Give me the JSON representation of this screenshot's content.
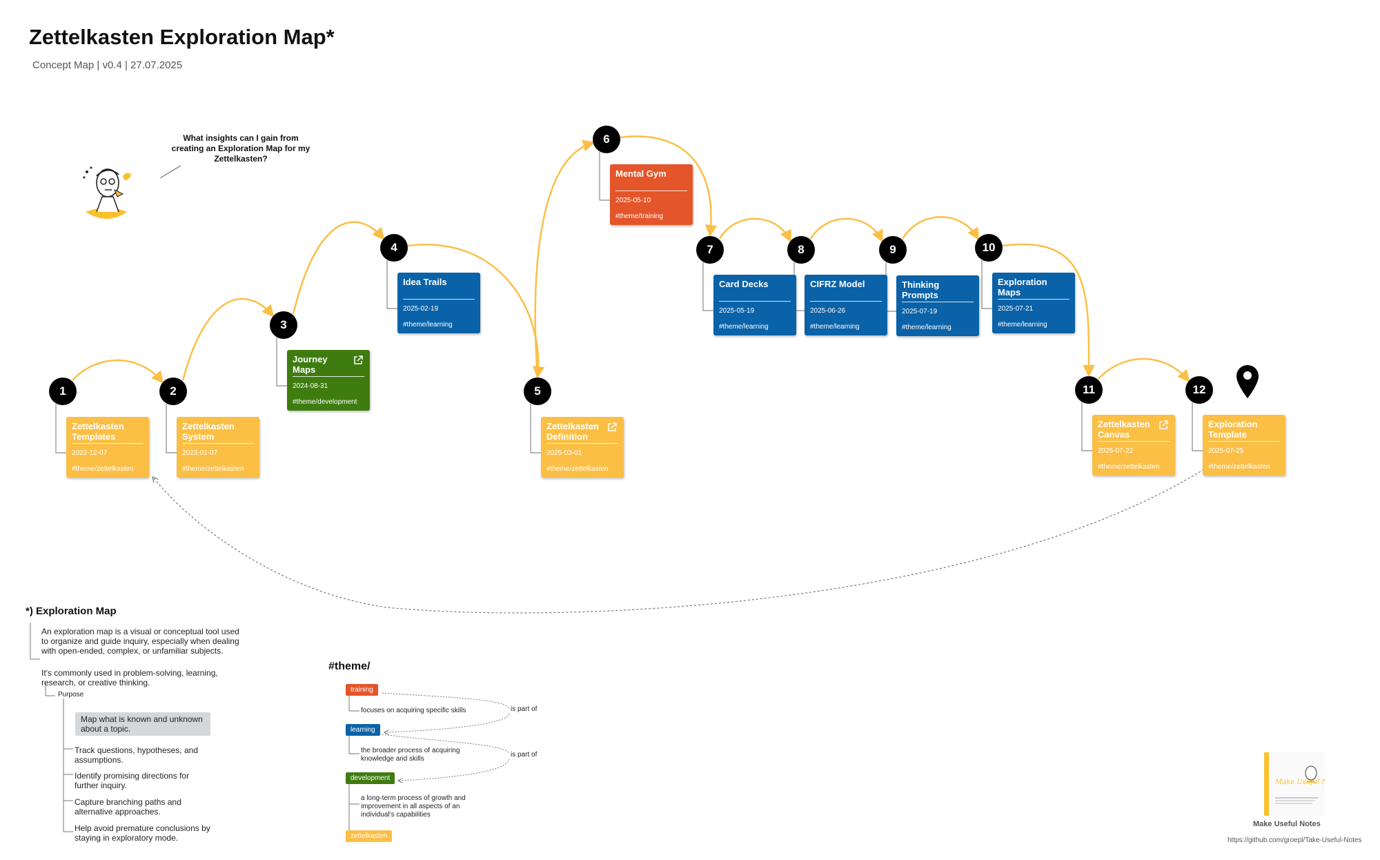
{
  "header": {
    "title": "Zettelkasten Exploration Map*",
    "subtitle": "Concept Map | v0.4 | 27.07.2025"
  },
  "question": "What insights can I gain from creating an Exploration Map for my Zettelkasten?",
  "colors": {
    "yellow": "#fbbf46",
    "blue": "#0a62a8",
    "green": "#3f7c10",
    "red": "#e4552a",
    "connector": "#fbbf46"
  },
  "steps": [
    {
      "number": "1",
      "title": "Zettelkasten Templates",
      "date": "2022-12-07",
      "tag": "#theme/zettelkasten",
      "color": "yellow",
      "external_link": false
    },
    {
      "number": "2",
      "title": "Zettelkasten System Models",
      "date": "2023-01-07",
      "tag": "#theme/zettelkasten",
      "color": "yellow",
      "external_link": false
    },
    {
      "number": "3",
      "title": "Journey Maps",
      "date": "2024-08-31",
      "tag": "#theme/development",
      "color": "green",
      "external_link": true
    },
    {
      "number": "4",
      "title": "Idea Trails",
      "date": "2025-02-19",
      "tag": "#theme/learning",
      "color": "blue",
      "external_link": false
    },
    {
      "number": "5",
      "title": "Zettelkasten Definition",
      "date": "2025-03-01",
      "tag": "#theme/zettelkasten",
      "color": "yellow",
      "external_link": true
    },
    {
      "number": "6",
      "title": "Mental Gym",
      "date": "2025-05-10",
      "tag": "#theme/training",
      "color": "red",
      "external_link": false
    },
    {
      "number": "7",
      "title": "Card Decks",
      "date": "2025-05-19",
      "tag": "#theme/learning",
      "color": "blue",
      "external_link": false
    },
    {
      "number": "8",
      "title": "CIFRZ Model",
      "date": "2025-06-26",
      "tag": "#theme/learning",
      "color": "blue",
      "external_link": false
    },
    {
      "number": "9",
      "title": "Thinking Prompts",
      "date": "2025-07-19",
      "tag": "#theme/learning",
      "color": "blue",
      "external_link": false
    },
    {
      "number": "10",
      "title": "Exploration Maps",
      "date": "2025-07-21",
      "tag": "#theme/learning",
      "color": "blue",
      "external_link": false
    },
    {
      "number": "11",
      "title": "Zettelkasten Canvas",
      "date": "2025-07-22",
      "tag": "#theme/zettelkasten",
      "color": "yellow",
      "external_link": true
    },
    {
      "number": "12",
      "title": "Exploration Template",
      "date": "2025-07-25",
      "tag": "#theme/zettelkasten",
      "color": "yellow",
      "external_link": false
    }
  ],
  "definition": {
    "heading": "*) Exploration Map",
    "paragraph1": "An exploration map is a visual or conceptual tool used to organize and guide inquiry, especially when dealing with open-ended, complex, or unfamiliar subjects.",
    "paragraph2": "It's commonly used in problem-solving, learning, research, or creative thinking.",
    "purpose_label": "Purpose",
    "purposes": [
      "Map what is known and unknown about a topic.",
      "Track questions, hypotheses, and assumptions.",
      "Identify promising directions for further inquiry.",
      "Capture branching paths and alternative approaches.",
      "Help avoid premature conclusions by staying in exploratory mode."
    ]
  },
  "themes": {
    "heading": "#theme/",
    "items": [
      {
        "tag": "training",
        "color": "red",
        "description": "focuses on acquiring specific skills"
      },
      {
        "tag": "learning",
        "color": "blue",
        "description": "the broader process of acquiring knowledge and skills"
      },
      {
        "tag": "development",
        "color": "green",
        "description": "a long-term process of growth and improvement in all aspects of an individual's capabilities"
      },
      {
        "tag": "zettelkasten",
        "color": "yellow",
        "description": ""
      }
    ],
    "relations": [
      "is part of",
      "is part of"
    ]
  },
  "footer": {
    "logo_label": "Make Useful Notes",
    "logo_text": "Make Useful Notes",
    "repo_url": "https://github.com/groepl/Take-Useful-Notes"
  }
}
